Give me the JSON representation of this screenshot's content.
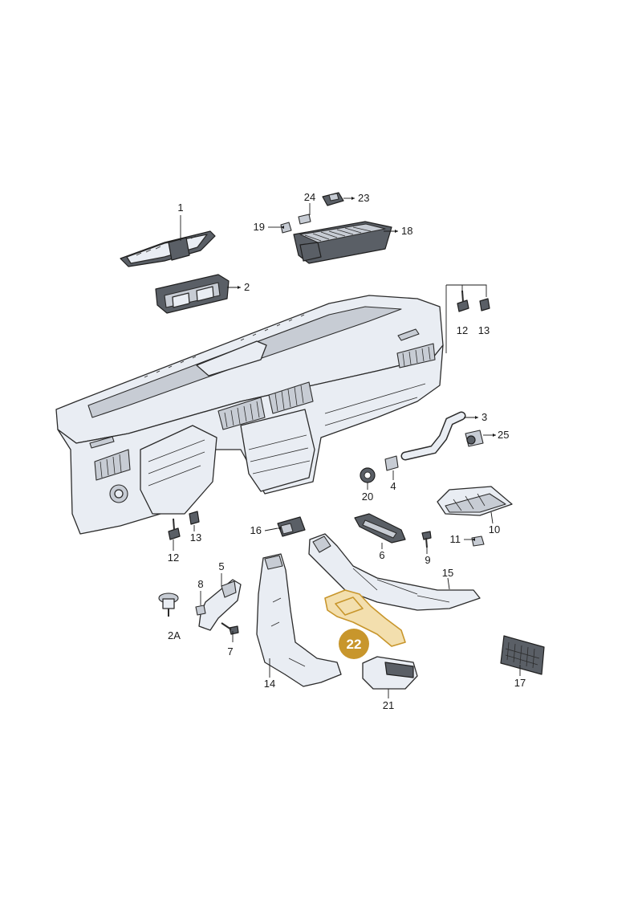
{
  "diagram": {
    "callouts": [
      {
        "id": "c1",
        "label": "1"
      },
      {
        "id": "c2",
        "label": "2"
      },
      {
        "id": "c3",
        "label": "3"
      },
      {
        "id": "c4",
        "label": "4"
      },
      {
        "id": "c5",
        "label": "5"
      },
      {
        "id": "c6",
        "label": "6"
      },
      {
        "id": "c7",
        "label": "7"
      },
      {
        "id": "c8",
        "label": "8"
      },
      {
        "id": "c9",
        "label": "9"
      },
      {
        "id": "c10",
        "label": "10"
      },
      {
        "id": "c11",
        "label": "11"
      },
      {
        "id": "c12a",
        "label": "12"
      },
      {
        "id": "c12b",
        "label": "12"
      },
      {
        "id": "c13a",
        "label": "13"
      },
      {
        "id": "c13b",
        "label": "13"
      },
      {
        "id": "c14",
        "label": "14"
      },
      {
        "id": "c15",
        "label": "15"
      },
      {
        "id": "c16",
        "label": "16"
      },
      {
        "id": "c17",
        "label": "17"
      },
      {
        "id": "c18",
        "label": "18"
      },
      {
        "id": "c19",
        "label": "19"
      },
      {
        "id": "c20",
        "label": "20"
      },
      {
        "id": "c21",
        "label": "21"
      },
      {
        "id": "c23",
        "label": "23"
      },
      {
        "id": "c24",
        "label": "24"
      },
      {
        "id": "c25",
        "label": "25"
      },
      {
        "id": "c2A",
        "label": "2A"
      }
    ],
    "highlight": {
      "label": "22",
      "color": "#c8962c",
      "fill": "#f3dfae"
    }
  }
}
